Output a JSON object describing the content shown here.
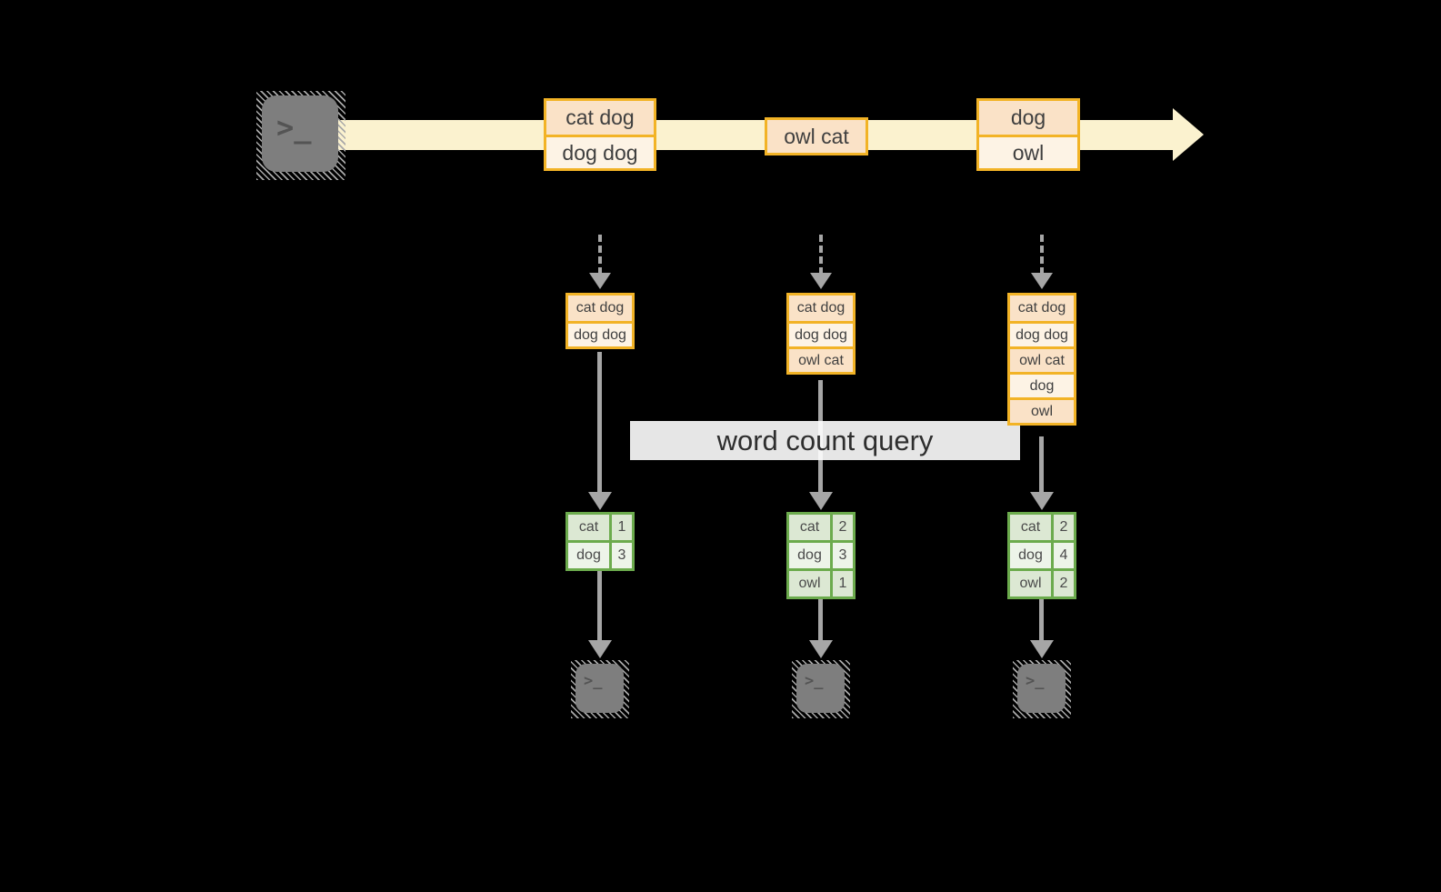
{
  "title": {
    "label": "word count query"
  },
  "source_terminal": {
    "glyph": ">_"
  },
  "sink_terminals": [
    {
      "glyph": ">_"
    },
    {
      "glyph": ">_"
    },
    {
      "glyph": ">_"
    }
  ],
  "stream": {
    "events": [
      {
        "rows": [
          "cat dog",
          "dog dog"
        ]
      },
      {
        "rows": [
          "owl cat"
        ]
      },
      {
        "rows": [
          "dog",
          "owl"
        ]
      }
    ]
  },
  "states": [
    {
      "rows": [
        "cat dog",
        "dog dog"
      ]
    },
    {
      "rows": [
        "cat dog",
        "dog dog",
        "owl cat"
      ]
    },
    {
      "rows": [
        "cat dog",
        "dog dog",
        "owl cat",
        "dog",
        "owl"
      ]
    }
  ],
  "counts": [
    {
      "rows": [
        {
          "word": "cat",
          "count": "1"
        },
        {
          "word": "dog",
          "count": "3"
        }
      ]
    },
    {
      "rows": [
        {
          "word": "cat",
          "count": "2"
        },
        {
          "word": "dog",
          "count": "3"
        },
        {
          "word": "owl",
          "count": "1"
        }
      ]
    },
    {
      "rows": [
        {
          "word": "cat",
          "count": "2"
        },
        {
          "word": "dog",
          "count": "4"
        },
        {
          "word": "owl",
          "count": "2"
        }
      ]
    }
  ],
  "colors": {
    "stream_band": "#FBF2CF",
    "event_border": "#F2B326",
    "event_fill_a": "#FAE2C7",
    "event_fill_b": "#FDF3E5",
    "table_border": "#6CAB4D",
    "table_fill_a": "#DCE8D3",
    "table_fill_b": "#EDF4E9",
    "arrow_gray": "#A6A6A6",
    "terminal_gray": "#7E7E7E"
  }
}
